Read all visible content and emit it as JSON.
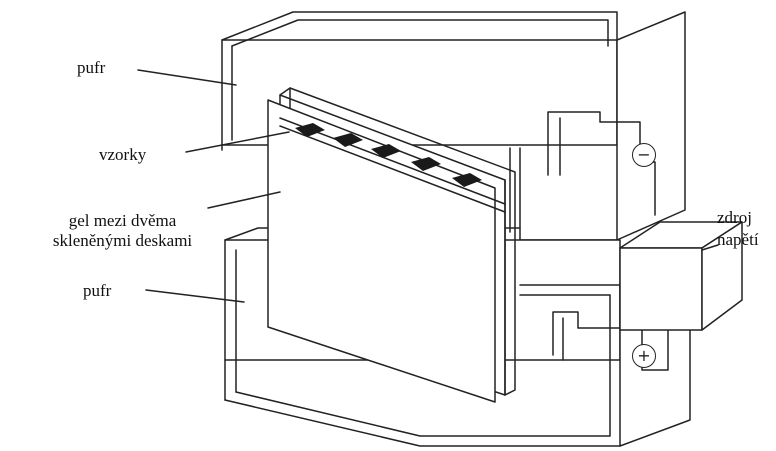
{
  "labels": {
    "buffer_top": "pufr",
    "samples": "vzorky",
    "gel_line1": "gel mezi dvěma",
    "gel_line2": "skleněnými deskami",
    "buffer_bottom": "pufr",
    "power_line1": "zdroj",
    "power_line2": "napětí"
  },
  "symbols": {
    "negative": "−",
    "positive": "+"
  },
  "colors": {
    "ink": "#222222",
    "sample": "#1a1a1a",
    "paper": "#ffffff"
  }
}
